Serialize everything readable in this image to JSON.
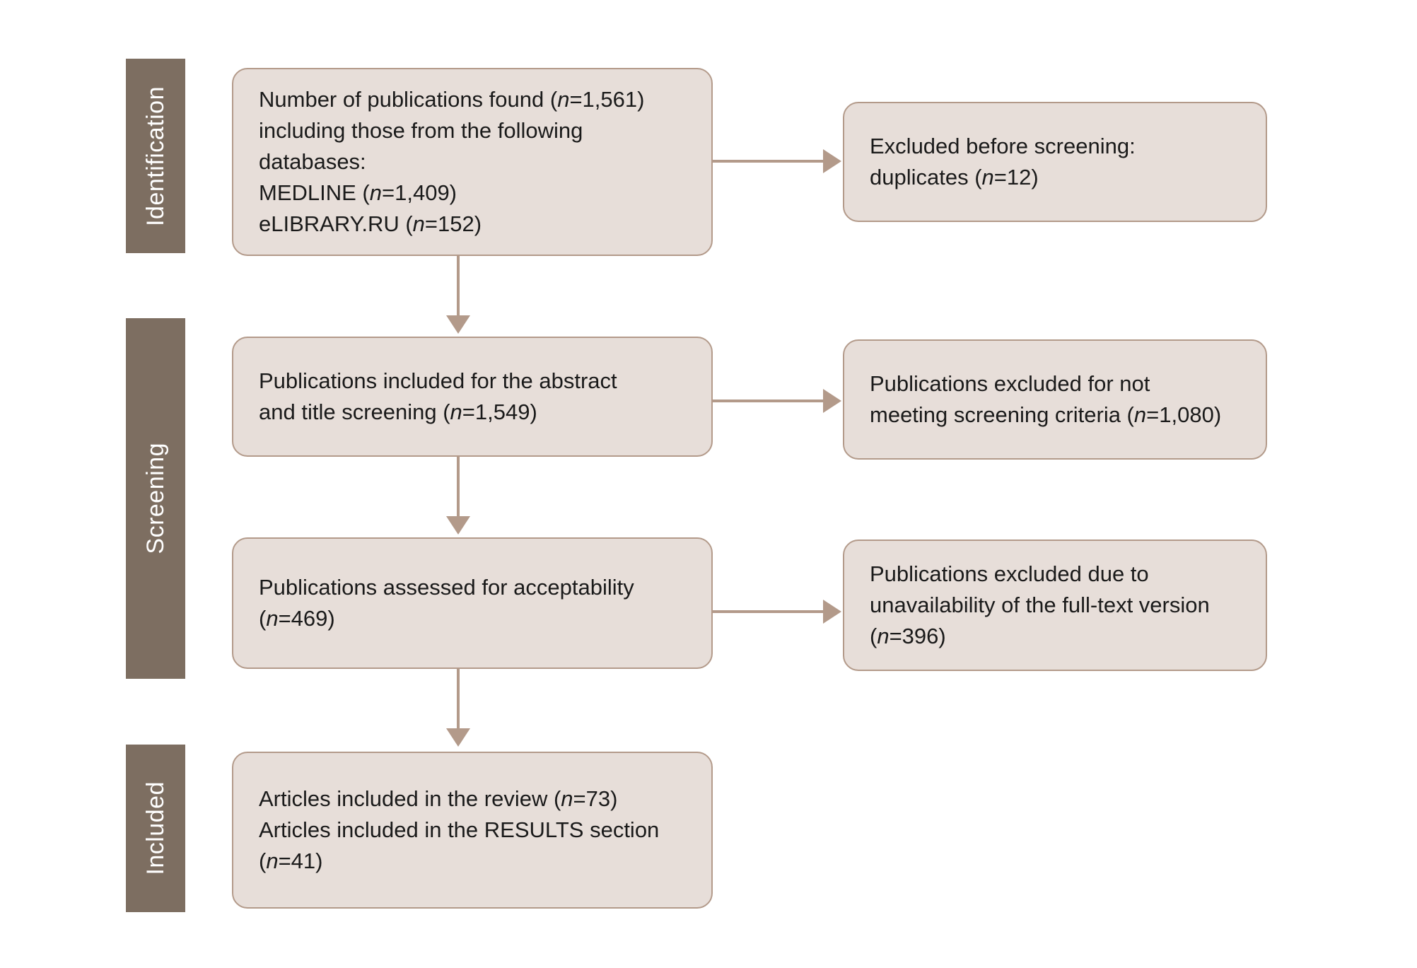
{
  "diagram": {
    "type": "prisma-flow-diagram",
    "title": "PRISMA flow diagram",
    "colors": {
      "stage_bar_fill": "#7d6e61",
      "stage_bar_text": "#ffffff",
      "box_fill": "#e7ded9",
      "box_border": "#b39a8a",
      "connector": "#b39a8a",
      "box_text": "#1a1a1a",
      "background": "#ffffff"
    }
  },
  "stages": [
    {
      "id": "identification",
      "label": "Identification"
    },
    {
      "id": "screening",
      "label": "Screening"
    },
    {
      "id": "included",
      "label": "Included"
    }
  ],
  "boxes": {
    "records_found": {
      "lines": [
        "Number of publications found (n=1,561)",
        "including those from the following",
        "databases:",
        "MEDLINE (n=1,409)",
        "eLIBRARY.RU (n=152)"
      ],
      "counts": {
        "total_found": 1561,
        "medline": 1409,
        "elibrary_ru": 152
      }
    },
    "excluded_before_screening": {
      "lines": [
        "Excluded before screening:",
        "duplicates (n=12)"
      ],
      "counts": {
        "duplicates": 12
      }
    },
    "screened": {
      "lines": [
        "Publications included for the abstract",
        "and title screening (n=1,549)"
      ],
      "counts": {
        "screened": 1549
      }
    },
    "excluded_screening_criteria": {
      "lines": [
        "Publications excluded for not",
        "meeting screening criteria (n=1,080)"
      ],
      "counts": {
        "excluded": 1080
      }
    },
    "assessed": {
      "lines": [
        "Publications assessed for acceptability",
        "(n=469)"
      ],
      "counts": {
        "assessed": 469
      }
    },
    "excluded_no_fulltext": {
      "lines": [
        "Publications excluded due to",
        "unavailability of the full-text version",
        "(n=396)"
      ],
      "counts": {
        "excluded": 396
      }
    },
    "included": {
      "lines": [
        "Articles included in the review (n=73)",
        "Articles included in the RESULTS section",
        "(n=41)"
      ],
      "counts": {
        "review": 73,
        "results_section": 41
      }
    }
  }
}
